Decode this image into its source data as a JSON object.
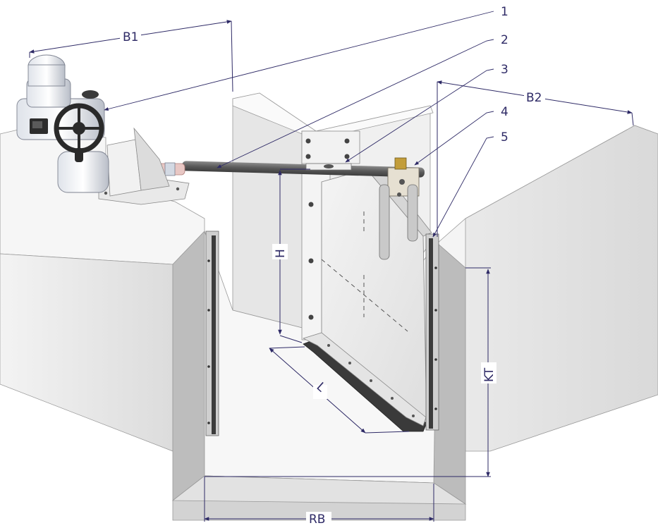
{
  "callouts": [
    "1",
    "2",
    "3",
    "4",
    "5"
  ],
  "dimensions": {
    "b1": "B1",
    "b2": "B2",
    "h": "H",
    "l": "L",
    "kt": "KT",
    "rb": "RB"
  },
  "colors": {
    "dimension_line": "#2e2a66",
    "concrete_top": "#e8e8e8",
    "concrete_side": "#c9c9c9",
    "gate_plate": "#eeeeee",
    "seal": "#3a3a3a"
  }
}
